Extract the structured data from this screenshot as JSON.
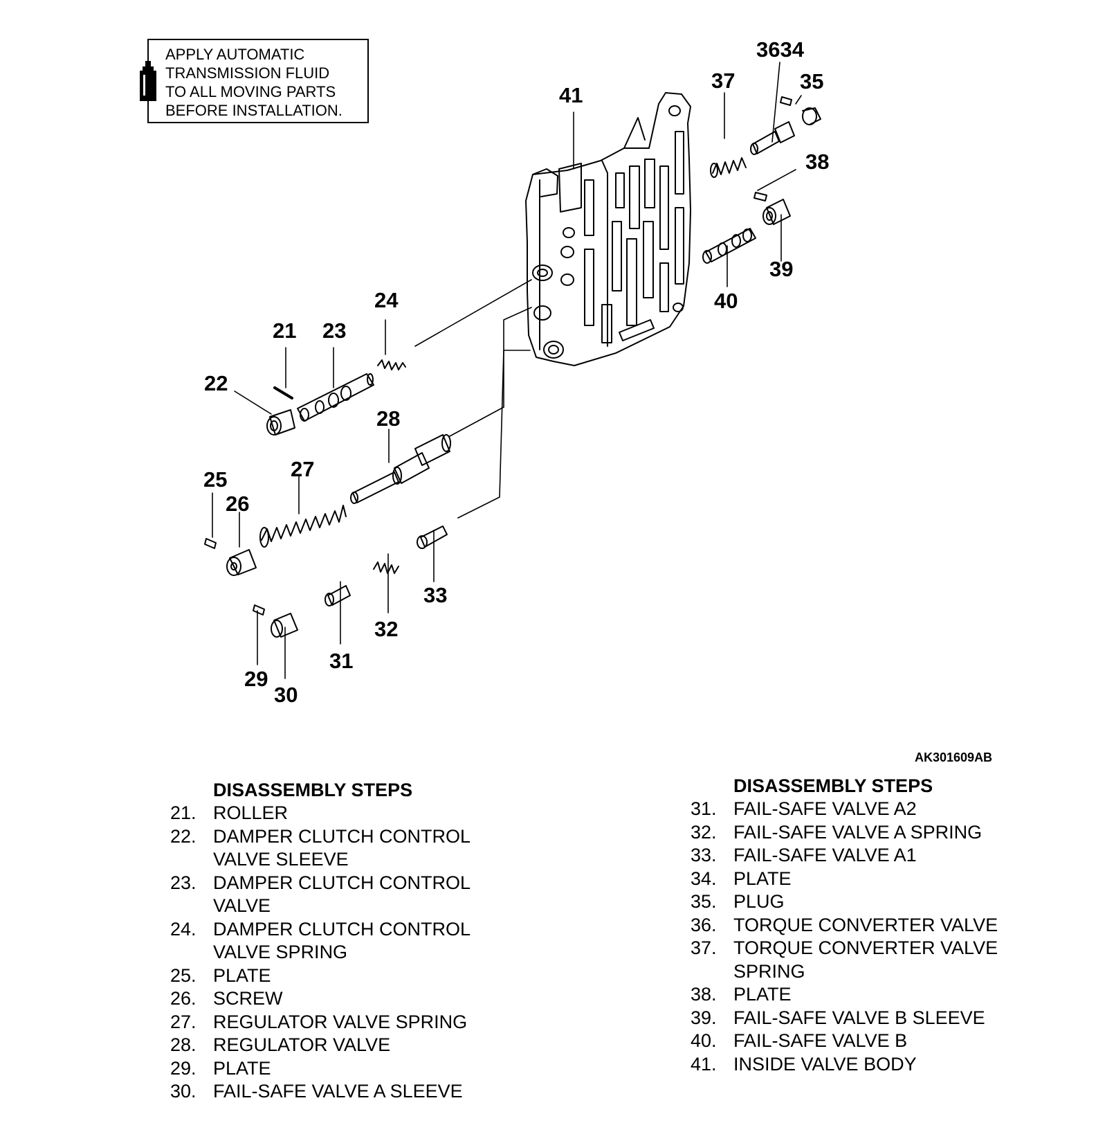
{
  "note": {
    "icon": "oil-bottle-icon",
    "lines": [
      "APPLY AUTOMATIC",
      "TRANSMISSION FLUID",
      "TO ALL MOVING PARTS",
      "BEFORE INSTALLATION."
    ]
  },
  "callouts": {
    "c21": "21",
    "c22": "22",
    "c23": "23",
    "c24": "24",
    "c25": "25",
    "c26": "26",
    "c27": "27",
    "c28": "28",
    "c29": "29",
    "c30": "30",
    "c31": "31",
    "c32": "32",
    "c33": "33",
    "c3634": "3634",
    "c35": "35",
    "c37": "37",
    "c38": "38",
    "c39": "39",
    "c40": "40",
    "c41": "41"
  },
  "drawing_id": "AK301609AB",
  "steps_left": {
    "title": "DISASSEMBLY STEPS",
    "items": [
      {
        "num": "21.",
        "text": "ROLLER"
      },
      {
        "num": "22.",
        "text": "DAMPER CLUTCH CONTROL\nVALVE SLEEVE"
      },
      {
        "num": "23.",
        "text": "DAMPER CLUTCH CONTROL\nVALVE"
      },
      {
        "num": "24.",
        "text": "DAMPER CLUTCH CONTROL\nVALVE SPRING"
      },
      {
        "num": "25.",
        "text": "PLATE"
      },
      {
        "num": "26.",
        "text": "SCREW"
      },
      {
        "num": "27.",
        "text": "REGULATOR VALVE SPRING"
      },
      {
        "num": "28.",
        "text": "REGULATOR VALVE"
      },
      {
        "num": "29.",
        "text": "PLATE"
      },
      {
        "num": "30.",
        "text": "FAIL-SAFE VALVE A SLEEVE"
      }
    ]
  },
  "steps_right": {
    "title": "DISASSEMBLY STEPS",
    "items": [
      {
        "num": "31.",
        "text": "FAIL-SAFE VALVE A2"
      },
      {
        "num": "32.",
        "text": "FAIL-SAFE VALVE A SPRING"
      },
      {
        "num": "33.",
        "text": "FAIL-SAFE VALVE A1"
      },
      {
        "num": "34.",
        "text": "PLATE"
      },
      {
        "num": "35.",
        "text": "PLUG"
      },
      {
        "num": "36.",
        "text": "TORQUE CONVERTER VALVE"
      },
      {
        "num": "37.",
        "text": "TORQUE CONVERTER VALVE\nSPRING"
      },
      {
        "num": "38.",
        "text": "PLATE"
      },
      {
        "num": "39.",
        "text": "FAIL-SAFE VALVE B SLEEVE"
      },
      {
        "num": "40.",
        "text": "FAIL-SAFE VALVE B"
      },
      {
        "num": "41.",
        "text": "INSIDE VALVE BODY"
      }
    ]
  }
}
